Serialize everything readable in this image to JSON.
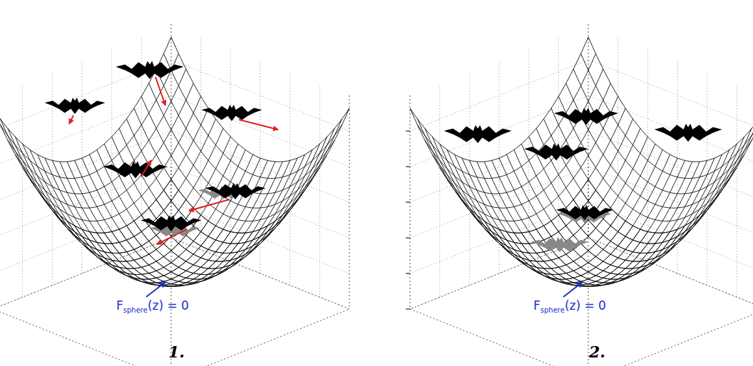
{
  "diagram": {
    "labels": [
      "F",
      "sphere",
      "(z) = 0",
      "1.",
      "F",
      "sphere",
      "(z) = 0",
      "2."
    ]
  }
}
